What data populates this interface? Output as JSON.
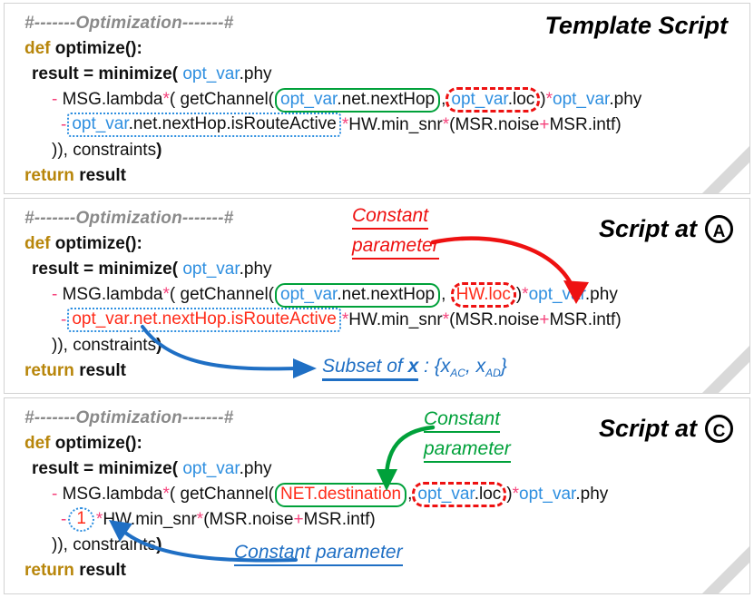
{
  "colors": {
    "keyword": "#b8860b",
    "plain": "#111111",
    "comment": "#8a8a8a",
    "blue_var": "#2e8fe0",
    "red_var": "#ff2b19",
    "operator": "#f5427b",
    "green_box": "#00a13a",
    "red_box": "#ee1111",
    "blue_box": "#2e8fe0",
    "blue_anno": "#1f6fc4",
    "card_border": "#d2d2d2",
    "background": "#ffffff"
  },
  "panels": [
    {
      "title": "Template Script",
      "badge": null,
      "code": {
        "comment": "#-------Optimization-------#",
        "def_keyword": "def",
        "def_name": "optimize():",
        "line3_lead": "result = minimize(",
        "line3_var": "opt_var",
        "line3_attr": ".phy",
        "line4_minus": "-",
        "line4_a": "MSG.lambda",
        "line4_star1": "*",
        "line4_b": "( getChannel(",
        "line4_box_green_var": "opt_var",
        "line4_box_green_attr": ".net.nextHop",
        "line4_comma": ",",
        "line4_box_red_var": "opt_var",
        "line4_box_red_attr": ".loc",
        "line4_close": ")",
        "line4_star2": "*",
        "line4_tail_var": "opt_var",
        "line4_tail_attr": ".phy",
        "line5_minus": "-",
        "line5_box_var": "opt_var",
        "line5_box_attr": ".net.nextHop.isRouteActive",
        "line5_star1": "*",
        "line5_mid": "HW.min_snr",
        "line5_star2": "*",
        "line5_open": "(MSR.noise",
        "line5_plus": "+",
        "line5_end": "MSR.intf)",
        "line6": ")), constraints",
        "line6_bold": ")",
        "line7_keyword": "return",
        "line7_name": "result"
      },
      "annotations": []
    },
    {
      "title": "Script at",
      "badge": "A",
      "code": {
        "comment": "#-------Optimization-------#",
        "def_keyword": "def",
        "def_name": "optimize():",
        "line3_lead": "result = minimize(",
        "line3_var": "opt_var",
        "line3_attr": ".phy",
        "line4_minus": "-",
        "line4_a": "MSG.lambda",
        "line4_star1": "*",
        "line4_b": "( getChannel(",
        "line4_box_green_var": "opt_var",
        "line4_box_green_attr": ".net.nextHop",
        "line4_comma": ",",
        "line4_box_red_text": "HW.loc",
        "line4_close": ")",
        "line4_star2": "*",
        "line4_tail_var": "opt_var",
        "line4_tail_attr": ".phy",
        "line5_minus": "-",
        "line5_box_red_text": "opt_var.net.nextHop.isRouteActive",
        "line5_star1": "*",
        "line5_mid": "HW.min_snr",
        "line5_star2": "*",
        "line5_open": "(MSR.noise",
        "line5_plus": "+",
        "line5_end": "MSR.intf)",
        "line6": ")), constraints",
        "line6_bold": ")",
        "line7_keyword": "return",
        "line7_name": "result"
      },
      "annotations": [
        {
          "name": "constant-parameter-red",
          "line1": "Constant",
          "line2": "parameter",
          "color": "#ee1111"
        },
        {
          "name": "subset-of-x",
          "prefix": "Subset of ",
          "symbol": "x",
          "sep": " : {",
          "item1": "x",
          "item1sub": "AC",
          "comma": ", ",
          "item2": "x",
          "item2sub": "AD",
          "suffix": "}",
          "color": "#1f6fc4"
        }
      ]
    },
    {
      "title": "Script at",
      "badge": "C",
      "code": {
        "comment": "#-------Optimization-------#",
        "def_keyword": "def",
        "def_name": "optimize():",
        "line3_lead": "result = minimize(",
        "line3_var": "opt_var",
        "line3_attr": ".phy",
        "line4_minus": "-",
        "line4_a": "MSG.lambda",
        "line4_star1": "*",
        "line4_b": "( getChannel(",
        "line4_box_green_text": "NET.destination",
        "line4_comma": ",",
        "line4_box_red_var": "opt_var",
        "line4_box_red_attr": ".loc",
        "line4_close": ")",
        "line4_star2": "*",
        "line4_tail_var": "opt_var",
        "line4_tail_attr": ".phy",
        "line5_minus": "-",
        "line5_box_one": "1",
        "line5_star1": "*",
        "line5_mid": "HW.min_snr",
        "line5_star2": "*",
        "line5_open": "(MSR.noise",
        "line5_plus": "+",
        "line5_end": "MSR.intf)",
        "line6": ")), constraints",
        "line6_bold": ")",
        "line7_keyword": "return",
        "line7_name": "result"
      },
      "annotations": [
        {
          "name": "constant-parameter-green",
          "line1": "Constant",
          "line2": "parameter",
          "color": "#00a13a"
        },
        {
          "name": "constant-parameter-blue",
          "text": "Constant parameter",
          "color": "#1f6fc4"
        }
      ]
    }
  ]
}
